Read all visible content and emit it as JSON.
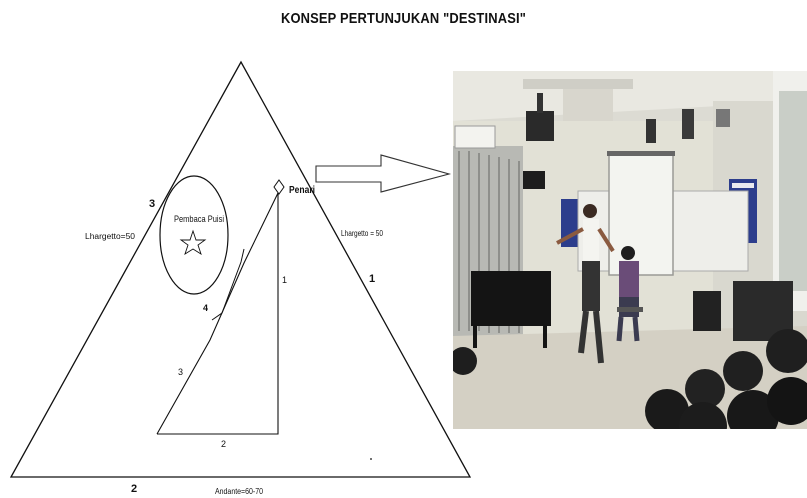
{
  "title": "KONSEP PERTUNJUKAN \"DESTINASI\"",
  "diagram": {
    "labels": {
      "reader": "Pembaca Puisi",
      "dancer": "Penari",
      "left_tempo": "Lhargetto=50",
      "right_tempo": "Lhargetto = 50",
      "bottom_tempo": "Andante=60-70"
    },
    "numbers": {
      "outer_left": "3",
      "outer_right": "1",
      "outer_bottom": "2",
      "inner_right": "1",
      "inner_left": "3",
      "inner_bottom": "2",
      "circle_exit": "4"
    },
    "icons": [
      "star-icon",
      "diamond-icon",
      "arrow-right-icon"
    ]
  },
  "photo": {
    "description_icon": "stage-photo",
    "colors": {
      "wall": "#e4e2d6",
      "floor": "#d4d0c4",
      "screen": "#f3f4f0",
      "banner": "#2c3d8c"
    }
  }
}
